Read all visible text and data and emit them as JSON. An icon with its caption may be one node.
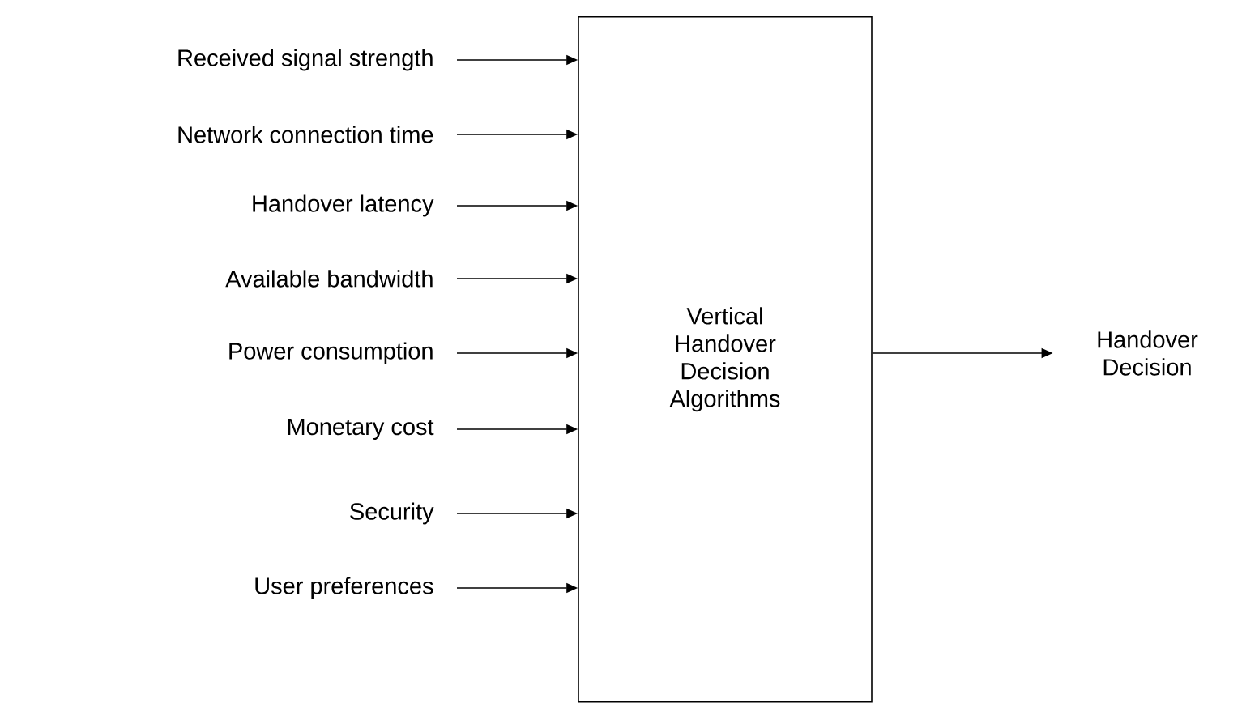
{
  "diagram": {
    "nodes": [
      {
        "text": [
          "Received signal strength"
        ]
      },
      {
        "text": [
          "Network connection time"
        ]
      },
      {
        "text": [
          "Handover latency"
        ]
      },
      {
        "text": [
          "Available bandwidth"
        ]
      },
      {
        "text": [
          "Power consumption"
        ]
      },
      {
        "text": [
          "Monetary cost"
        ]
      },
      {
        "text": [
          "Security"
        ]
      },
      {
        "text": [
          "User preferences"
        ]
      },
      {
        "text": [
          "Vertical Handover Decision Algorithms"
        ]
      },
      {
        "text": [
          "Handover Decision"
        ]
      }
    ],
    "edges": [
      {
        "from": 0,
        "to": 8,
        "arrow": "to"
      },
      {
        "from": 1,
        "to": 8,
        "arrow": "to"
      },
      {
        "from": 2,
        "to": 8,
        "arrow": "to"
      },
      {
        "from": 3,
        "to": 8,
        "arrow": "to"
      },
      {
        "from": 4,
        "to": 8,
        "arrow": "to"
      },
      {
        "from": 5,
        "to": 8,
        "arrow": "to"
      },
      {
        "from": 6,
        "to": 8,
        "arrow": "to"
      },
      {
        "from": 7,
        "to": 8,
        "arrow": "to"
      },
      {
        "from": 8,
        "to": 9,
        "arrow": "to"
      }
    ]
  }
}
